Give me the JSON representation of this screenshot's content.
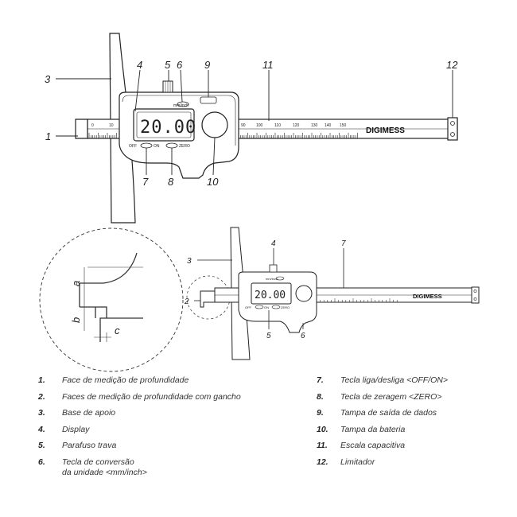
{
  "callouts": {
    "top": {
      "c1": "1",
      "c3": "3",
      "c4": "4",
      "c5": "5",
      "c6": "6",
      "c7": "7",
      "c8": "8",
      "c9": "9",
      "c10": "10",
      "c11": "11",
      "c12": "12"
    },
    "bottom": {
      "c2": "2",
      "c3": "3",
      "c4": "4",
      "c5": "5",
      "c6": "6",
      "c7": "7"
    },
    "detail": {
      "a": "a",
      "b": "b",
      "c": "c"
    }
  },
  "device": {
    "brand": "DIGIMESS",
    "display_value": "20.00",
    "display_value_small": "20.00",
    "button_mm_inch": "mm/inch",
    "button_off": "OFF",
    "button_on": "ON",
    "button_zero": "ZERO",
    "scale_labels": [
      "0",
      "10",
      "90",
      "100",
      "110",
      "120",
      "130",
      "140",
      "150"
    ]
  },
  "legend": {
    "left": [
      {
        "num": "1.",
        "text": "Face de medição de profundidade"
      },
      {
        "num": "2.",
        "text": "Faces de medição de profundidade com gancho"
      },
      {
        "num": "3.",
        "text": "Base de apoio"
      },
      {
        "num": "4.",
        "text": "Display"
      },
      {
        "num": "5.",
        "text": "Parafuso trava"
      },
      {
        "num": "6.",
        "text": "Tecla de conversão",
        "text2": "da unidade <mm/inch>"
      }
    ],
    "right": [
      {
        "num": "7.",
        "text": "Tecla liga/desliga <OFF/ON>"
      },
      {
        "num": "8.",
        "text": "Tecla de zeragem <ZERO>"
      },
      {
        "num": "9.",
        "text": "Tampa de saída de dados"
      },
      {
        "num": "10.",
        "text": "Tampa da bateria"
      },
      {
        "num": "11.",
        "text": "Escala capacitiva"
      },
      {
        "num": "12.",
        "text": "Limitador"
      }
    ]
  }
}
